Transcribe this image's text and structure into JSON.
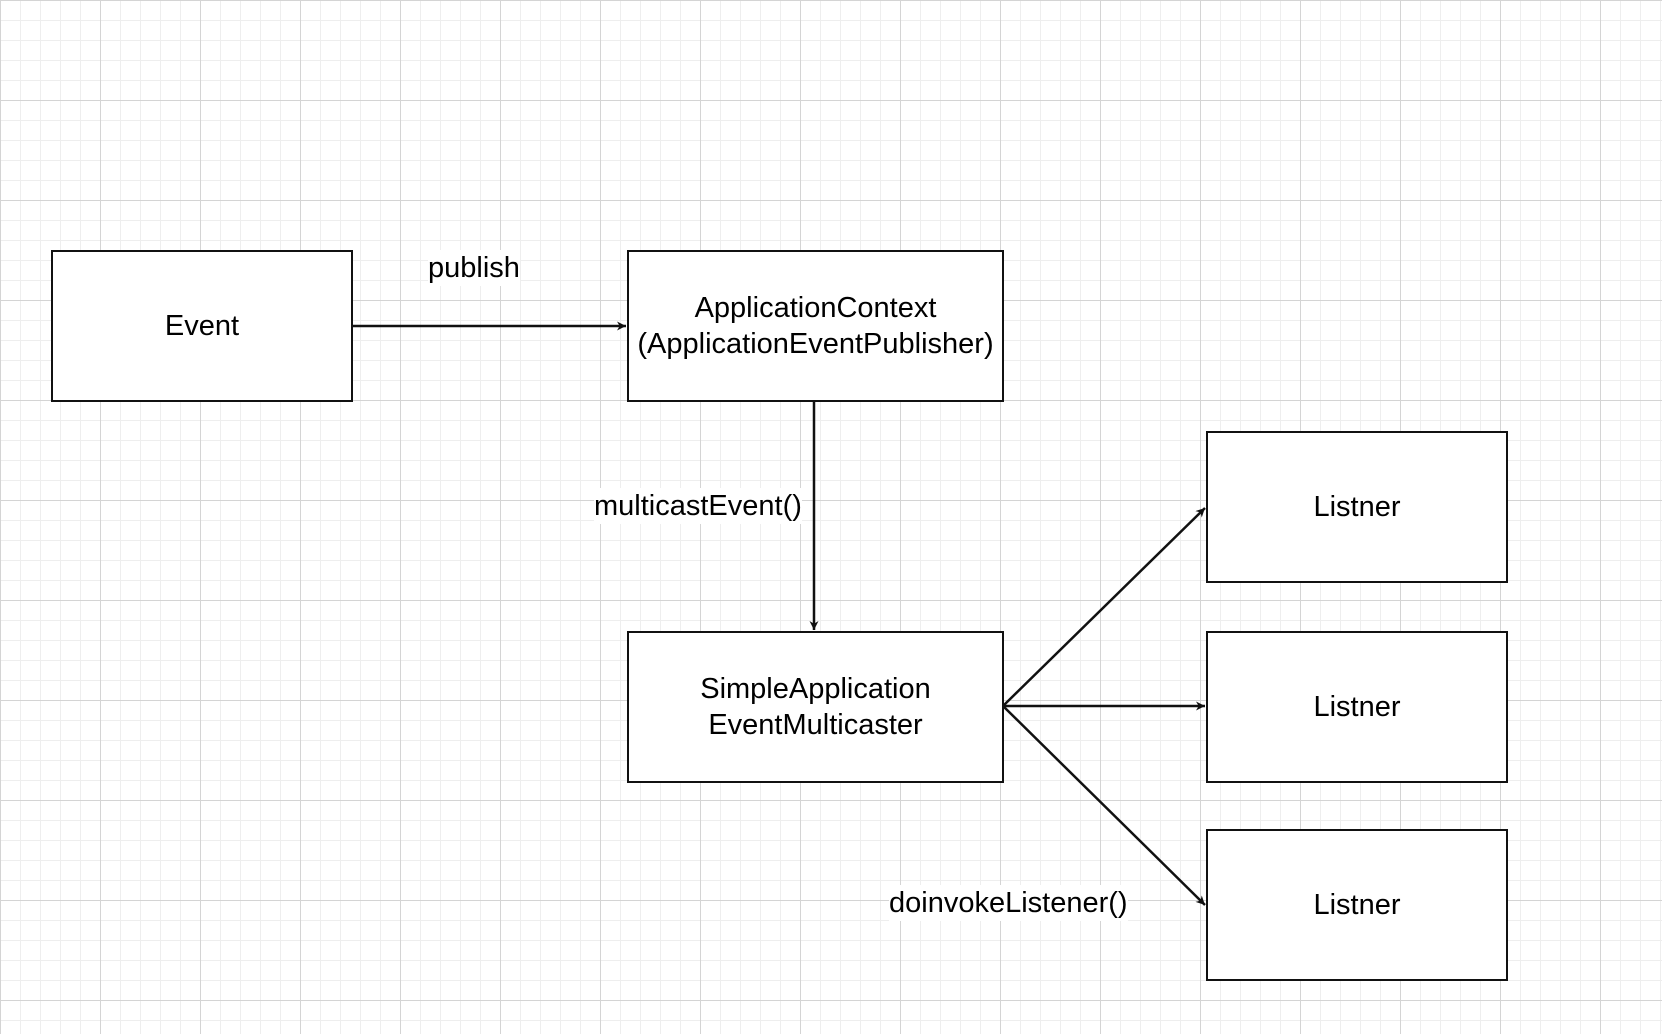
{
  "nodes": {
    "event": "Event",
    "application_context": "ApplicationContext\n(ApplicationEventPublisher)",
    "multicaster": "SimpleApplication\nEventMulticaster",
    "listener_1": "Listner",
    "listener_2": "Listner",
    "listener_3": "Listner"
  },
  "edge_labels": {
    "publish": "publish",
    "multicast": "multicastEvent()",
    "invoke": "doinvokeListener()"
  },
  "colors": {
    "stroke": "#111111",
    "grid_major": "#d4d4d4",
    "grid_minor": "#eeeeee"
  }
}
